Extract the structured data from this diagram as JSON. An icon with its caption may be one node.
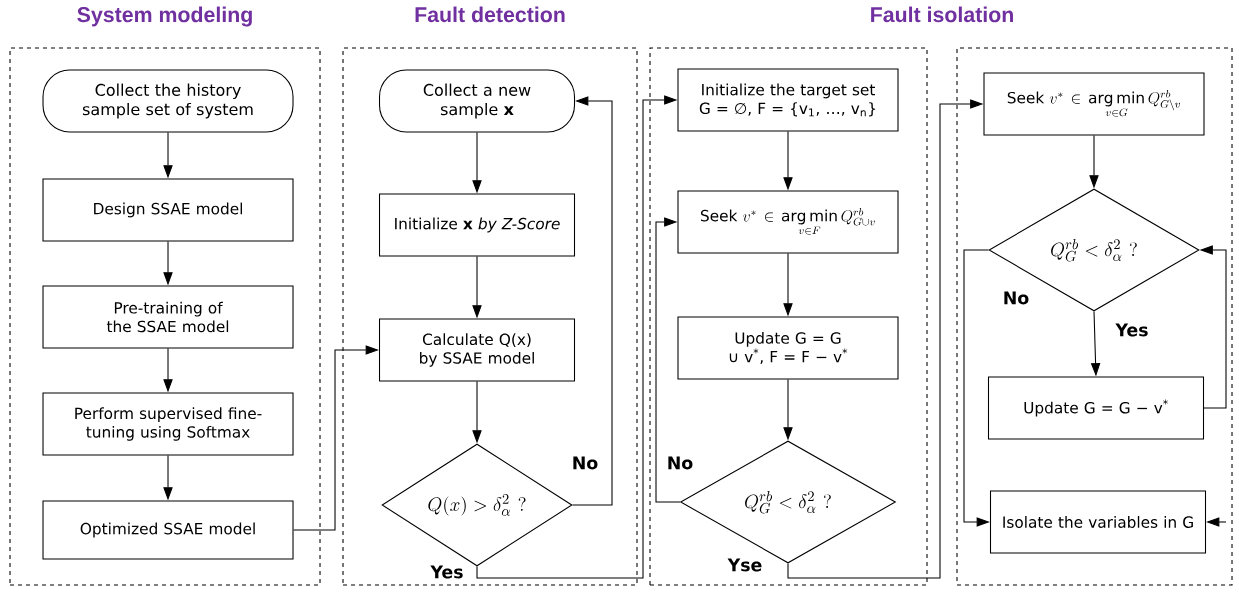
{
  "diagram": {
    "nodes": [
      {
        "text": [
          "System modeling"
        ]
      },
      {
        "text": [
          "Collect the history sample set of system"
        ],
        "in": 0
      },
      {
        "text": [
          "Design SSAE model"
        ],
        "in": 0
      },
      {
        "text": [
          "Pre-training of the SSAE model"
        ],
        "in": 0
      },
      {
        "text": [
          "Perform supervised fine-tuning using Softmax"
        ],
        "in": 0
      },
      {
        "text": [
          "Optimized SSAE model"
        ],
        "in": 0
      },
      {
        "text": [
          "Fault detection"
        ]
      },
      {
        "text": [
          "Collect a new sample **x**"
        ],
        "in": 6
      },
      {
        "text": [
          "Initialize **x** *by Z-Score*"
        ],
        "in": 6
      },
      {
        "text": [
          "Calculate Q(x) by SSAE model"
        ],
        "in": 6
      },
      {
        "text": [
          "Q(x) > \\delta_{\\alpha}^{2}\\ ?"
        ],
        "in": 6
      },
      {
        "text": [],
        "shape": "box"
      },
      {
        "text": [
          "Initialize the target set G = ∅, F = {v$_{1}$, …, v$_{n}$}"
        ],
        "in": 11
      },
      {
        "text": [
          "\\mathrm{Seek}\\ v^{*}\\in\\mathop{\\mathrm{arg\\,min}}\\limits_{v\\in F} Q^{rb}_{G\\cup v}"
        ],
        "in": 11
      },
      {
        "text": [
          "Update G = G ∪ v$^{*}$, F = F − v$^{*}$"
        ],
        "in": 11
      },
      {
        "text": [
          "Q^{rb}_{G} < \\delta_{\\alpha}^{2}\\ ?"
        ],
        "in": 11
      },
      {
        "text": [],
        "shape": "box"
      },
      {
        "text": [
          "\\mathrm{Seek}\\ v^{*}\\in\\mathop{\\mathrm{arg\\,min}}\\limits_{v\\in G} Q^{rb}_{G\\setminus v}"
        ],
        "in": 16
      },
      {
        "text": [
          "Q^{rb}_{G} < \\delta_{\\alpha}^{2}\\ ?"
        ],
        "in": 16
      },
      {
        "text": [
          "Update G = G − v$^{*}$"
        ],
        "in": 16
      },
      {
        "text": [
          "Isolate the variables in G"
        ],
        "in": 16
      }
    ],
    "edges": [
      {
        "from": 1,
        "to": 2,
        "arrow": "to"
      },
      {
        "from": 2,
        "to": 3,
        "arrow": "to"
      },
      {
        "from": 3,
        "to": 4,
        "arrow": "to"
      },
      {
        "from": 4,
        "to": 5,
        "arrow": "to"
      },
      {
        "from": 5,
        "to": 9,
        "arrow": "to"
      },
      {
        "from": 7,
        "to": 8,
        "arrow": "to"
      },
      {
        "from": 8,
        "to": 9,
        "arrow": "to"
      },
      {
        "from": 9,
        "to": 10,
        "arrow": "to"
      },
      {
        "from": 10,
        "to": 7,
        "arrow": "to",
        "label": "No"
      },
      {
        "from": 10,
        "to": 12,
        "arrow": "to",
        "label": "Yes"
      },
      {
        "from": 12,
        "to": 13,
        "arrow": "to"
      },
      {
        "from": 13,
        "to": 14,
        "arrow": "to"
      },
      {
        "from": 14,
        "to": 15,
        "arrow": "to"
      },
      {
        "from": 15,
        "to": 13,
        "arrow": "to",
        "label": "No"
      },
      {
        "from": 15,
        "to": 17,
        "arrow": "to",
        "label": "Yse"
      },
      {
        "from": 17,
        "to": 18,
        "arrow": "to"
      },
      {
        "from": 18,
        "to": 19,
        "arrow": "to",
        "label": "Yes"
      },
      {
        "from": 19,
        "to": 18,
        "arrow": "to"
      },
      {
        "from": 18,
        "to": 20,
        "arrow": "to",
        "label": "No"
      },
      {
        "from": null,
        "to": 20,
        "arrow": "to"
      }
    ],
    "labels": [
      "Fault isolation"
    ]
  }
}
